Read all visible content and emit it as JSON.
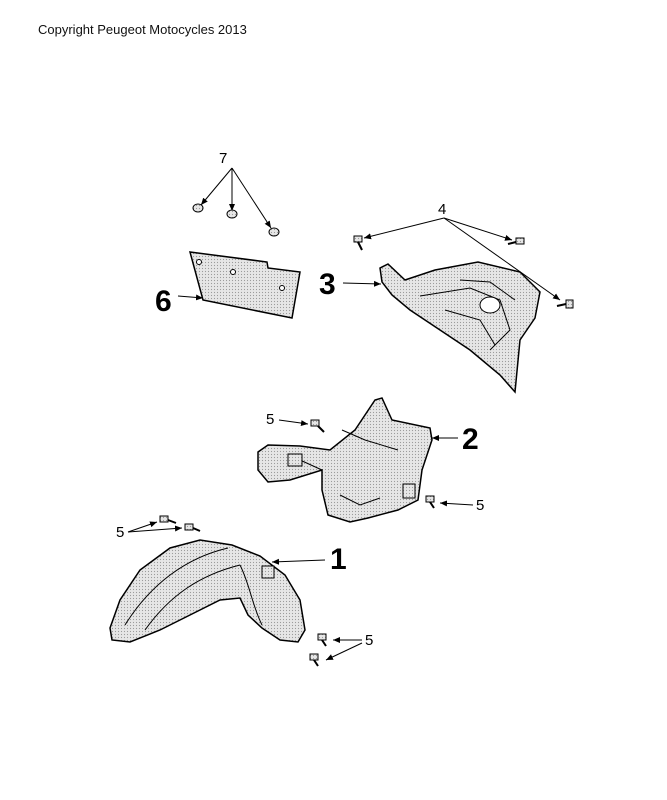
{
  "copyright": "Copyright Peugeot Motocycles 2013",
  "labels": {
    "p1": "1",
    "p2": "2",
    "p3": "3",
    "p4": "4",
    "p5a": "5",
    "p5b": "5",
    "p5c": "5",
    "p5d": "5",
    "p6": "6",
    "p7": "7"
  },
  "colors": {
    "line": "#000000",
    "part_fill": "#e3e3e3",
    "part_shade": "#bdbdbd"
  }
}
